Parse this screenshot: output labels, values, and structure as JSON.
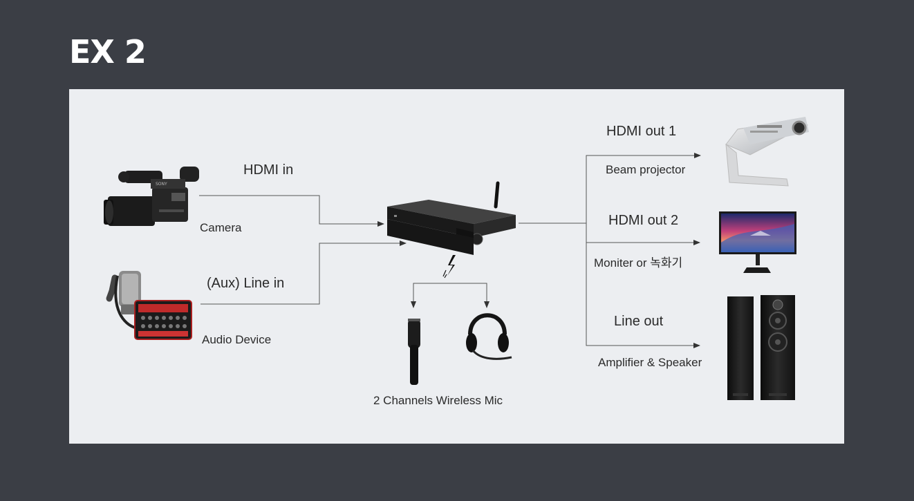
{
  "page": {
    "title": "EX 2"
  },
  "diagram": {
    "inputs": {
      "hdmi_in_label": "HDMI in",
      "camera_label": "Camera",
      "aux_line_in_label": "(Aux) Line in",
      "audio_device_label": "Audio Device"
    },
    "mic": {
      "label": "2 Channels Wireless Mic"
    },
    "outputs": {
      "hdmi_out_1_label": "HDMI out 1",
      "beam_projector_label": "Beam projector",
      "hdmi_out_2_label": "HDMI out 2",
      "monitor_label": "Moniter or",
      "monitor_label_suffix": "녹화기",
      "line_out_label": "Line out",
      "amplifier_label": "Amplifier & Speaker"
    }
  }
}
